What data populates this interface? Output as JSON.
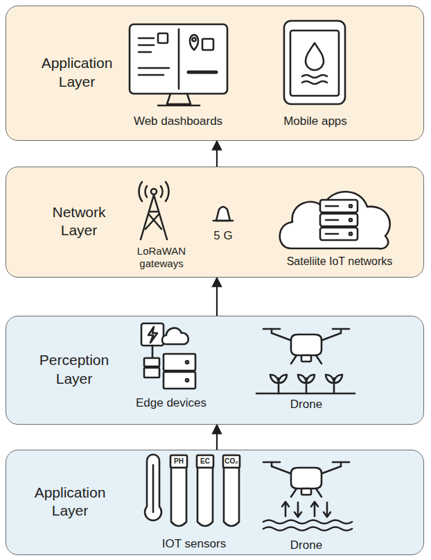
{
  "diagram": {
    "nodes": [
      {
        "text": [
          "Application Layer"
        ]
      },
      {
        "text": [
          "Network Layer"
        ]
      },
      {
        "text": [
          "Perception Layer"
        ]
      },
      {
        "text": [
          "Application Layer"
        ]
      }
    ],
    "edges": [
      {
        "from": 1,
        "to": 0,
        "arrow": "to"
      },
      {
        "from": 2,
        "to": 1,
        "arrow": "to"
      },
      {
        "from": 3,
        "to": 2,
        "arrow": "to"
      }
    ],
    "labels": [
      "Web dashboards",
      "Mobile apps",
      "LoRaWAN gateways",
      "5 G",
      "Sateliite IoT networks",
      "Edge devices",
      "Drone",
      "PH",
      "EC",
      "CO₂",
      "IOT sensors",
      "Drone"
    ]
  }
}
